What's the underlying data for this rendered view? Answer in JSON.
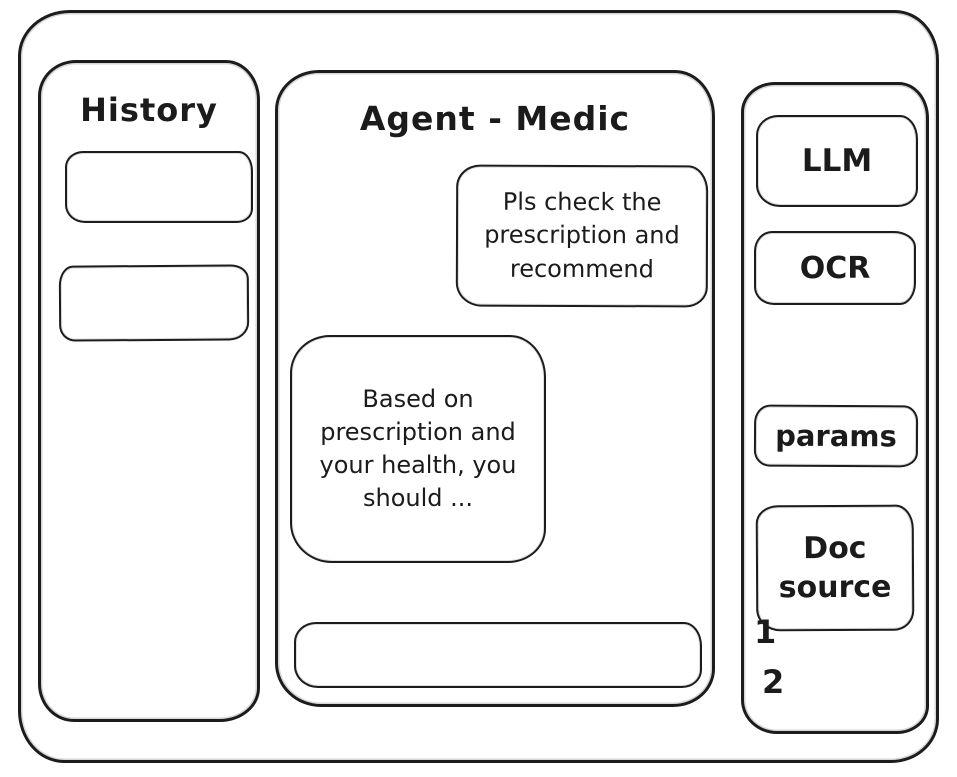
{
  "sidebar": {
    "title": "History",
    "item_count": 2
  },
  "chat": {
    "title": "Agent - Medic",
    "user_message": "Pls check the prescription and recommend",
    "assistant_message": "Based on prescription and your health, you should ...",
    "input_value": ""
  },
  "tools": {
    "items": [
      {
        "label": "LLM"
      },
      {
        "label": "OCR"
      },
      {
        "label": "params"
      },
      {
        "label": "Doc source"
      }
    ],
    "annotations": [
      "1",
      "2"
    ]
  }
}
